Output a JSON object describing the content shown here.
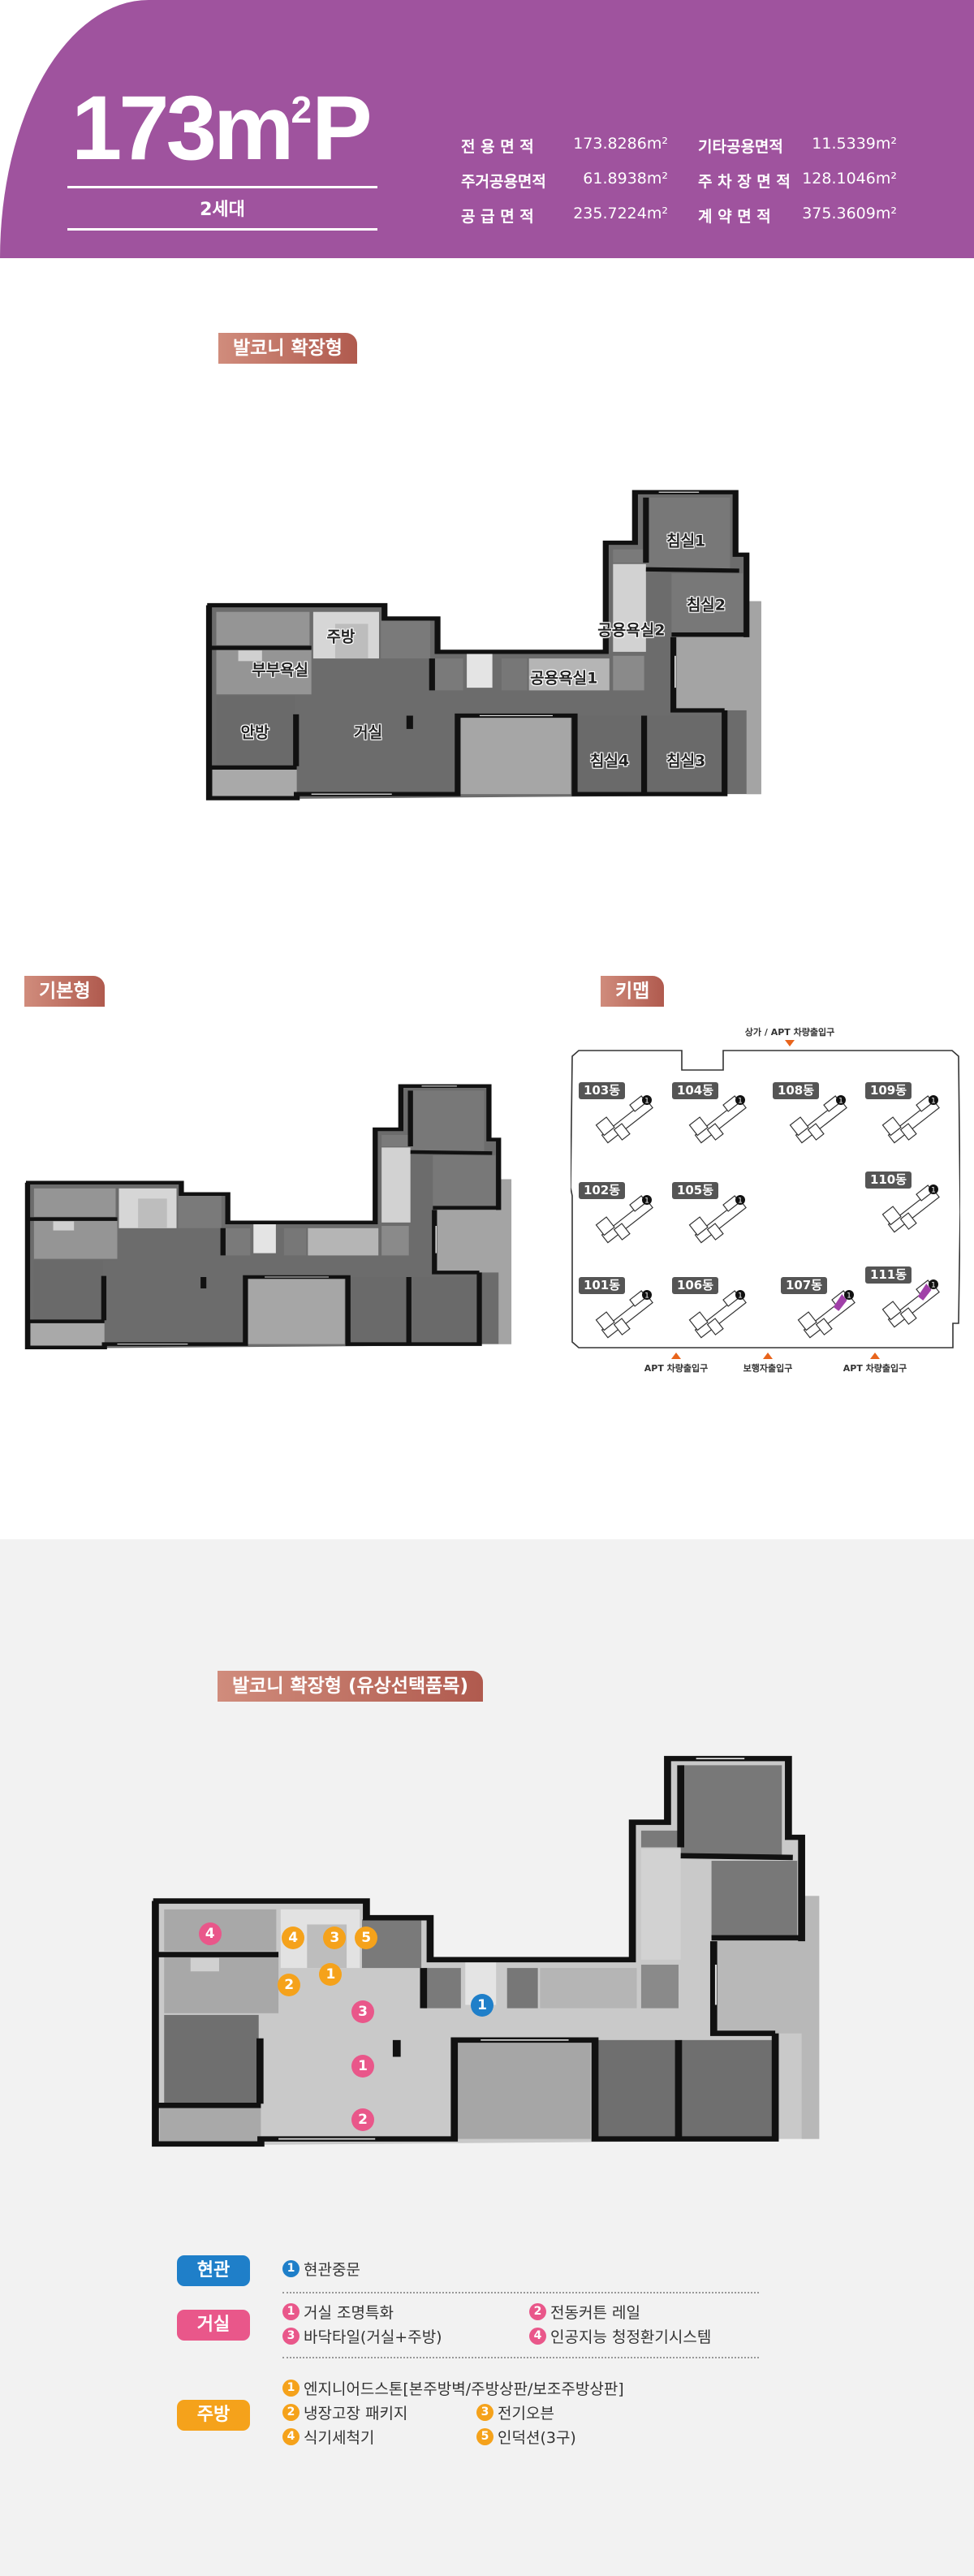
{
  "header": {
    "title_main": "173m",
    "title_sup": "2",
    "title_suffix": "P",
    "units": "2세대",
    "specs": [
      {
        "label": "전 용 면 적",
        "value": "173.8286m²"
      },
      {
        "label": "기타공용면적",
        "value": "11.5339m²"
      },
      {
        "label": "주거공용면적",
        "value": "61.8938m²"
      },
      {
        "label": "주 차 장 면 적",
        "value": "128.1046m²"
      },
      {
        "label": "공 급 면 적",
        "value": "235.7224m²"
      },
      {
        "label": "계 약 면 적",
        "value": "375.3609m²"
      }
    ]
  },
  "expanded": {
    "label": "발코니 확장형",
    "rooms": [
      "침실1",
      "침실2",
      "공용욕실2",
      "주방",
      "부부욕실",
      "공용욕실1",
      "안방",
      "거실",
      "침실4",
      "침실3"
    ]
  },
  "basic": {
    "label": "기본형"
  },
  "keymap": {
    "label": "키맵",
    "top_entrance": "상가 / APT 차량출입구",
    "bottom_entrances": [
      "APT 차량출입구",
      "보행자출입구",
      "APT 차량출입구"
    ],
    "buildings": [
      "103동",
      "104동",
      "108동",
      "109동",
      "102동",
      "105동",
      "110동",
      "101동",
      "106동",
      "107동",
      "111동"
    ],
    "highlighted": [
      "107동",
      "111동"
    ],
    "highlight_color": "#a040a8"
  },
  "options": {
    "label": "발코니 확장형 (유상선택품목)",
    "colors": {
      "entrance": "#1f7fc9",
      "living": "#e9578a",
      "kitchen": "#f5a21b"
    },
    "markers": [
      {
        "group": "living",
        "n": "4"
      },
      {
        "group": "kitchen",
        "n": "4"
      },
      {
        "group": "kitchen",
        "n": "3"
      },
      {
        "group": "kitchen",
        "n": "5"
      },
      {
        "group": "kitchen",
        "n": "1"
      },
      {
        "group": "kitchen",
        "n": "2"
      },
      {
        "group": "living",
        "n": "3"
      },
      {
        "group": "entrance",
        "n": "1"
      },
      {
        "group": "living",
        "n": "1"
      },
      {
        "group": "living",
        "n": "2"
      }
    ],
    "legend": {
      "entrance": {
        "title": "현관",
        "items": [
          {
            "n": "1",
            "text": "현관중문"
          }
        ]
      },
      "living": {
        "title": "거실",
        "items": [
          {
            "n": "1",
            "text": "거실 조명특화"
          },
          {
            "n": "2",
            "text": "전동커튼 레일"
          },
          {
            "n": "3",
            "text": "바닥타일(거실+주방)"
          },
          {
            "n": "4",
            "text": "인공지능 청정환기시스템"
          }
        ]
      },
      "kitchen": {
        "title": "주방",
        "items": [
          {
            "n": "1",
            "text": "엔지니어드스톤[본주방벽/주방상판/보조주방상판]"
          },
          {
            "n": "2",
            "text": "냉장고장 패키지"
          },
          {
            "n": "3",
            "text": "전기오븐"
          },
          {
            "n": "4",
            "text": "식기세척기"
          },
          {
            "n": "5",
            "text": "인덕션(3구)"
          }
        ]
      }
    }
  }
}
